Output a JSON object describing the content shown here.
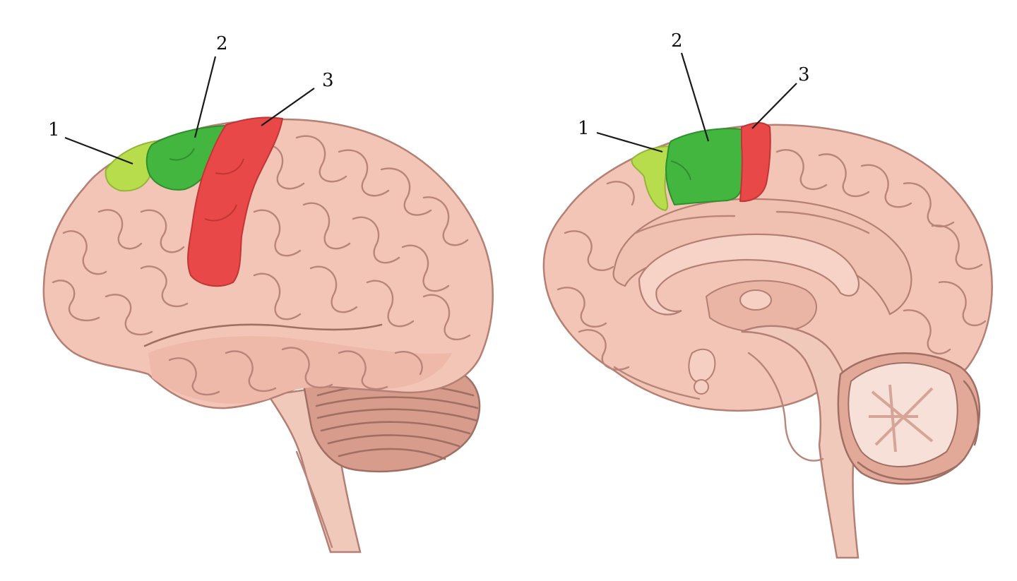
{
  "figure": {
    "views": [
      {
        "id": "lateral",
        "labels": [
          {
            "text": "1",
            "region": "light-green"
          },
          {
            "text": "2",
            "region": "green"
          },
          {
            "text": "3",
            "region": "red"
          }
        ]
      },
      {
        "id": "medial",
        "labels": [
          {
            "text": "1",
            "region": "light-green"
          },
          {
            "text": "2",
            "region": "green"
          },
          {
            "text": "3",
            "region": "red"
          }
        ]
      }
    ],
    "colors": {
      "background": "#ffffff",
      "brain": "#f3c5b6",
      "brain_shade": "#e8ab9b",
      "gyrus_line": "#b9857b",
      "light_green": "#b7dc4c",
      "green": "#43b63f",
      "red": "#e84848",
      "cerebellum": "#d79c8c",
      "stem": "#f0c9bb",
      "leader_line": "#1a1a1a"
    }
  }
}
